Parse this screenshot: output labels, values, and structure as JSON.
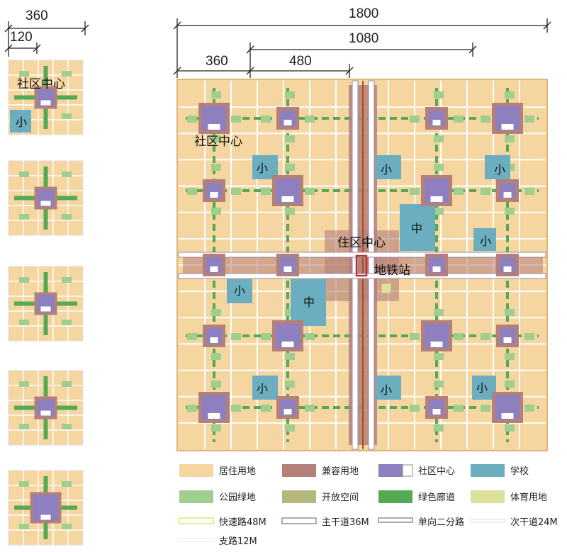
{
  "dimensions": {
    "small_360": "360",
    "small_120": "120",
    "main_1800": "1800",
    "main_1080": "1080",
    "main_360": "360",
    "main_480": "480"
  },
  "labels": {
    "community_center": "社区中心",
    "small_school": "小",
    "middle_school": "中",
    "residential_center": "住区中心",
    "metro_station": "地铁站"
  },
  "legend": [
    {
      "label": "居住用地",
      "color": "#f5d5a0",
      "kind": "fill"
    },
    {
      "label": "兼容用地",
      "color": "#b4807a",
      "kind": "fill"
    },
    {
      "label": "社区中心",
      "color": "#8e7fc0",
      "kind": "center"
    },
    {
      "label": "学校",
      "color": "#6aaec0",
      "kind": "fill"
    },
    {
      "label": "公园绿地",
      "color": "#9fce8e",
      "kind": "fill"
    },
    {
      "label": "开放空间",
      "color": "#b4b77e",
      "kind": "fill"
    },
    {
      "label": "绿色廊道",
      "color": "#55a955",
      "kind": "fill"
    },
    {
      "label": "体育用地",
      "color": "#dde19c",
      "kind": "fill"
    },
    {
      "label": "快速路48M",
      "color": "#e6ea9a",
      "kind": "road-expressway"
    },
    {
      "label": "主干道36M",
      "color": "#9a8aa6",
      "kind": "road-arterial"
    },
    {
      "label": "单向二分路",
      "color": "#9a8aa6",
      "kind": "road-oneway"
    },
    {
      "label": "次干道24M",
      "color": "#dddddd",
      "kind": "road-secondary"
    },
    {
      "label": "支路12M",
      "color": "#eeeeee",
      "kind": "road-branch"
    }
  ],
  "colors": {
    "residential": "#f5d5a0",
    "compatible": "#b4807a",
    "center": "#8e7fc0",
    "school": "#6aaec0",
    "park": "#9fce8e",
    "corridor": "#55a955",
    "metro": "#c03030",
    "gridline": "#ffffff"
  }
}
